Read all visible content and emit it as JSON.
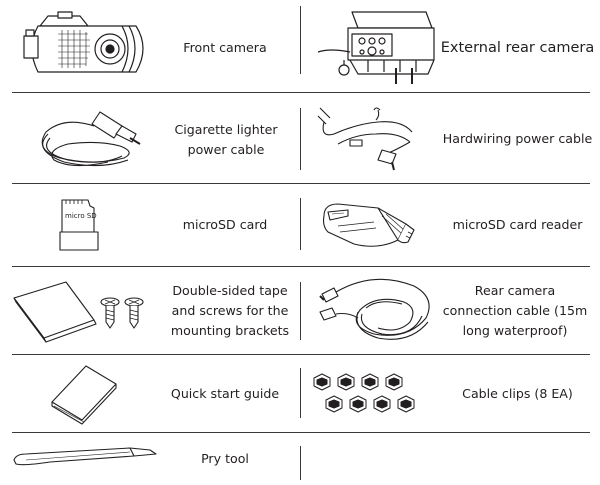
{
  "items": [
    {
      "label": "Front camera",
      "icon": "front-camera-icon"
    },
    {
      "label": "External rear camera",
      "icon": "rear-camera-icon"
    },
    {
      "label": "Cigarette lighter power cable",
      "icon": "cigarette-lighter-cable-icon"
    },
    {
      "label": "Hardwiring power cable",
      "icon": "hardwiring-cable-icon"
    },
    {
      "label": "microSD card",
      "icon": "microsd-card-icon",
      "card_text": "micro SD"
    },
    {
      "label": "microSD card reader",
      "icon": "microsd-reader-icon"
    },
    {
      "label": "Double-sided tape and screws for the mounting brackets",
      "icon": "tape-and-screws-icon"
    },
    {
      "label": "Rear camera connection cable (15m long waterproof)",
      "icon": "rear-connection-cable-icon"
    },
    {
      "label": "Quick start guide",
      "icon": "quick-start-guide-icon"
    },
    {
      "label": "Cable clips (8 EA)",
      "icon": "cable-clips-icon"
    },
    {
      "label": "Pry tool",
      "icon": "pry-tool-icon"
    }
  ]
}
